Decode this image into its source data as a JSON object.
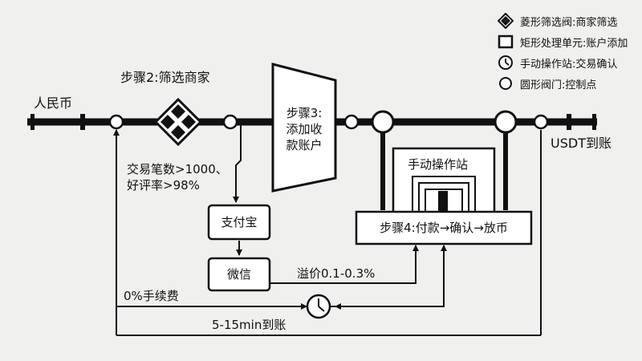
{
  "labels": {
    "rmb": "人民币",
    "usdt": "USDT到账",
    "step2": "步骤2:筛选商家",
    "criteria_line1": "交易笔数>1000、",
    "criteria_line2": "好评率>98%",
    "step3_line1": "步骤3:",
    "step3_line2": "添加收",
    "step3_line3": "款账户",
    "alipay": "支付宝",
    "wechat": "微信",
    "premium": "溢价0.1-0.3%",
    "manual_station": "手动操作站",
    "step4": "步骤4:付款→确认→放币",
    "fee": "0%手续费",
    "time": "5-15min到账"
  },
  "legend": [
    {
      "icon": "diamond-valve-icon",
      "text": "菱形筛选阀:商家筛选"
    },
    {
      "icon": "rectangle-unit-icon",
      "text": "矩形处理单元:账户添加"
    },
    {
      "icon": "clock-station-icon",
      "text": "手动操作站:交易确认"
    },
    {
      "icon": "round-valve-icon",
      "text": "圆形阀门:控制点"
    }
  ],
  "colors": {
    "background": "#f0f0ee",
    "line": "#111111",
    "fill": "#ffffff"
  }
}
